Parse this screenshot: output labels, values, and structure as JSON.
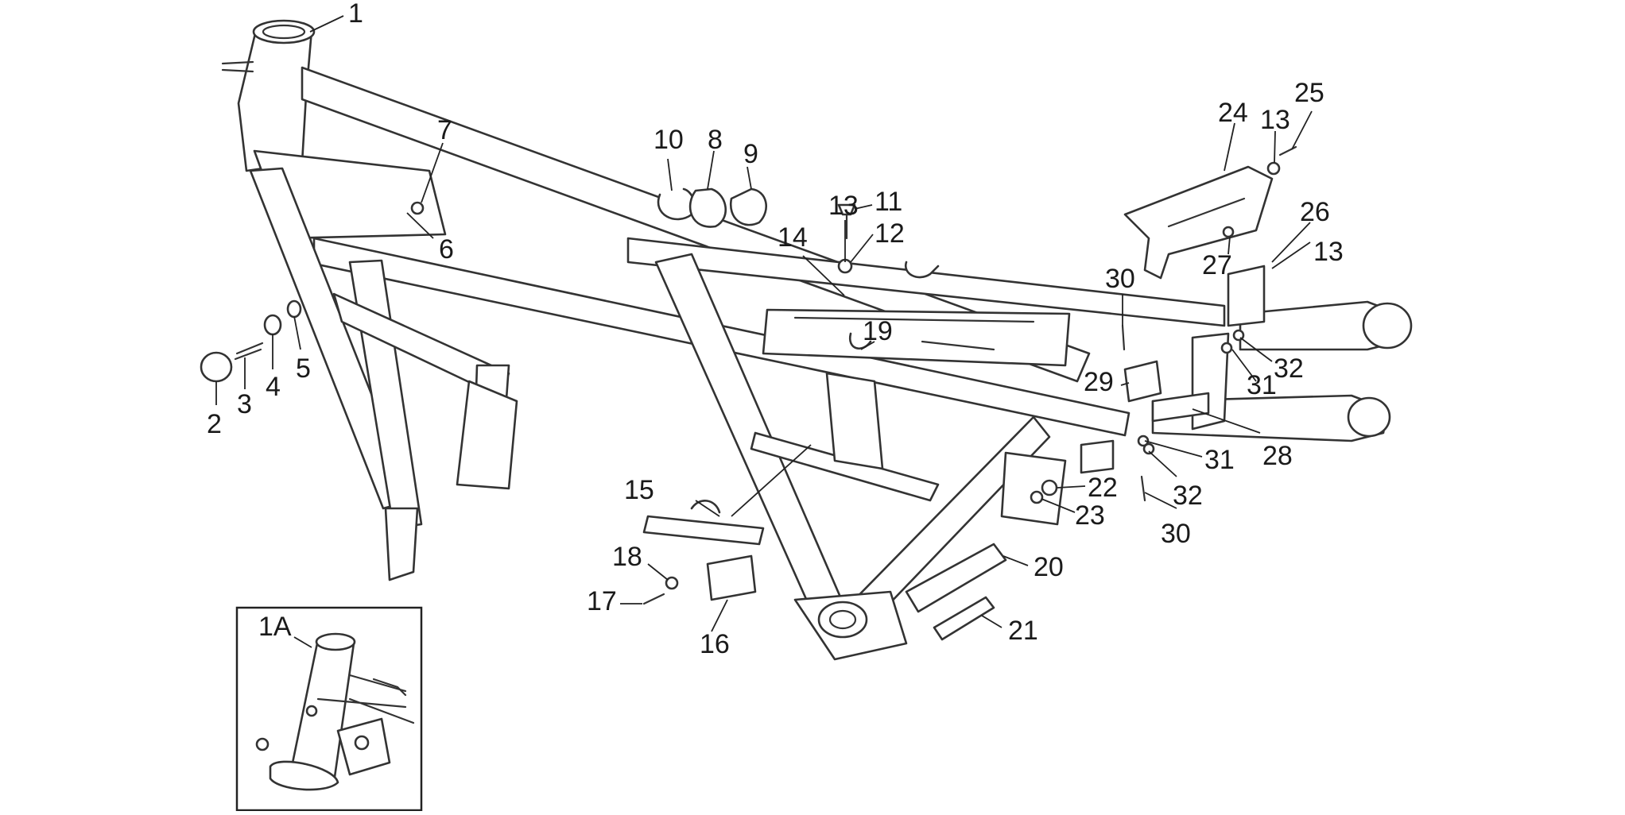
{
  "callouts": [
    {
      "id": "c1",
      "text": "1"
    },
    {
      "id": "c2",
      "text": "2"
    },
    {
      "id": "c3",
      "text": "3"
    },
    {
      "id": "c4",
      "text": "4"
    },
    {
      "id": "c5",
      "text": "5"
    },
    {
      "id": "c6",
      "text": "6"
    },
    {
      "id": "c7",
      "text": "7"
    },
    {
      "id": "c8",
      "text": "8"
    },
    {
      "id": "c9",
      "text": "9"
    },
    {
      "id": "c10",
      "text": "10"
    },
    {
      "id": "c11",
      "text": "11"
    },
    {
      "id": "c12",
      "text": "12"
    },
    {
      "id": "c13a",
      "text": "13"
    },
    {
      "id": "c13b",
      "text": "13"
    },
    {
      "id": "c13c",
      "text": "13"
    },
    {
      "id": "c14",
      "text": "14"
    },
    {
      "id": "c15",
      "text": "15"
    },
    {
      "id": "c16",
      "text": "16"
    },
    {
      "id": "c17",
      "text": "17"
    },
    {
      "id": "c18",
      "text": "18"
    },
    {
      "id": "c19",
      "text": "19"
    },
    {
      "id": "c20",
      "text": "20"
    },
    {
      "id": "c21",
      "text": "21"
    },
    {
      "id": "c22",
      "text": "22"
    },
    {
      "id": "c23",
      "text": "23"
    },
    {
      "id": "c24",
      "text": "24"
    },
    {
      "id": "c25",
      "text": "25"
    },
    {
      "id": "c26",
      "text": "26"
    },
    {
      "id": "c27",
      "text": "27"
    },
    {
      "id": "c28",
      "text": "28"
    },
    {
      "id": "c29",
      "text": "29"
    },
    {
      "id": "c30a",
      "text": "30"
    },
    {
      "id": "c30b",
      "text": "30"
    },
    {
      "id": "c31a",
      "text": "31"
    },
    {
      "id": "c31b",
      "text": "31"
    },
    {
      "id": "c32a",
      "text": "32"
    },
    {
      "id": "c32b",
      "text": "32"
    }
  ],
  "inset": {
    "label": "1A"
  }
}
